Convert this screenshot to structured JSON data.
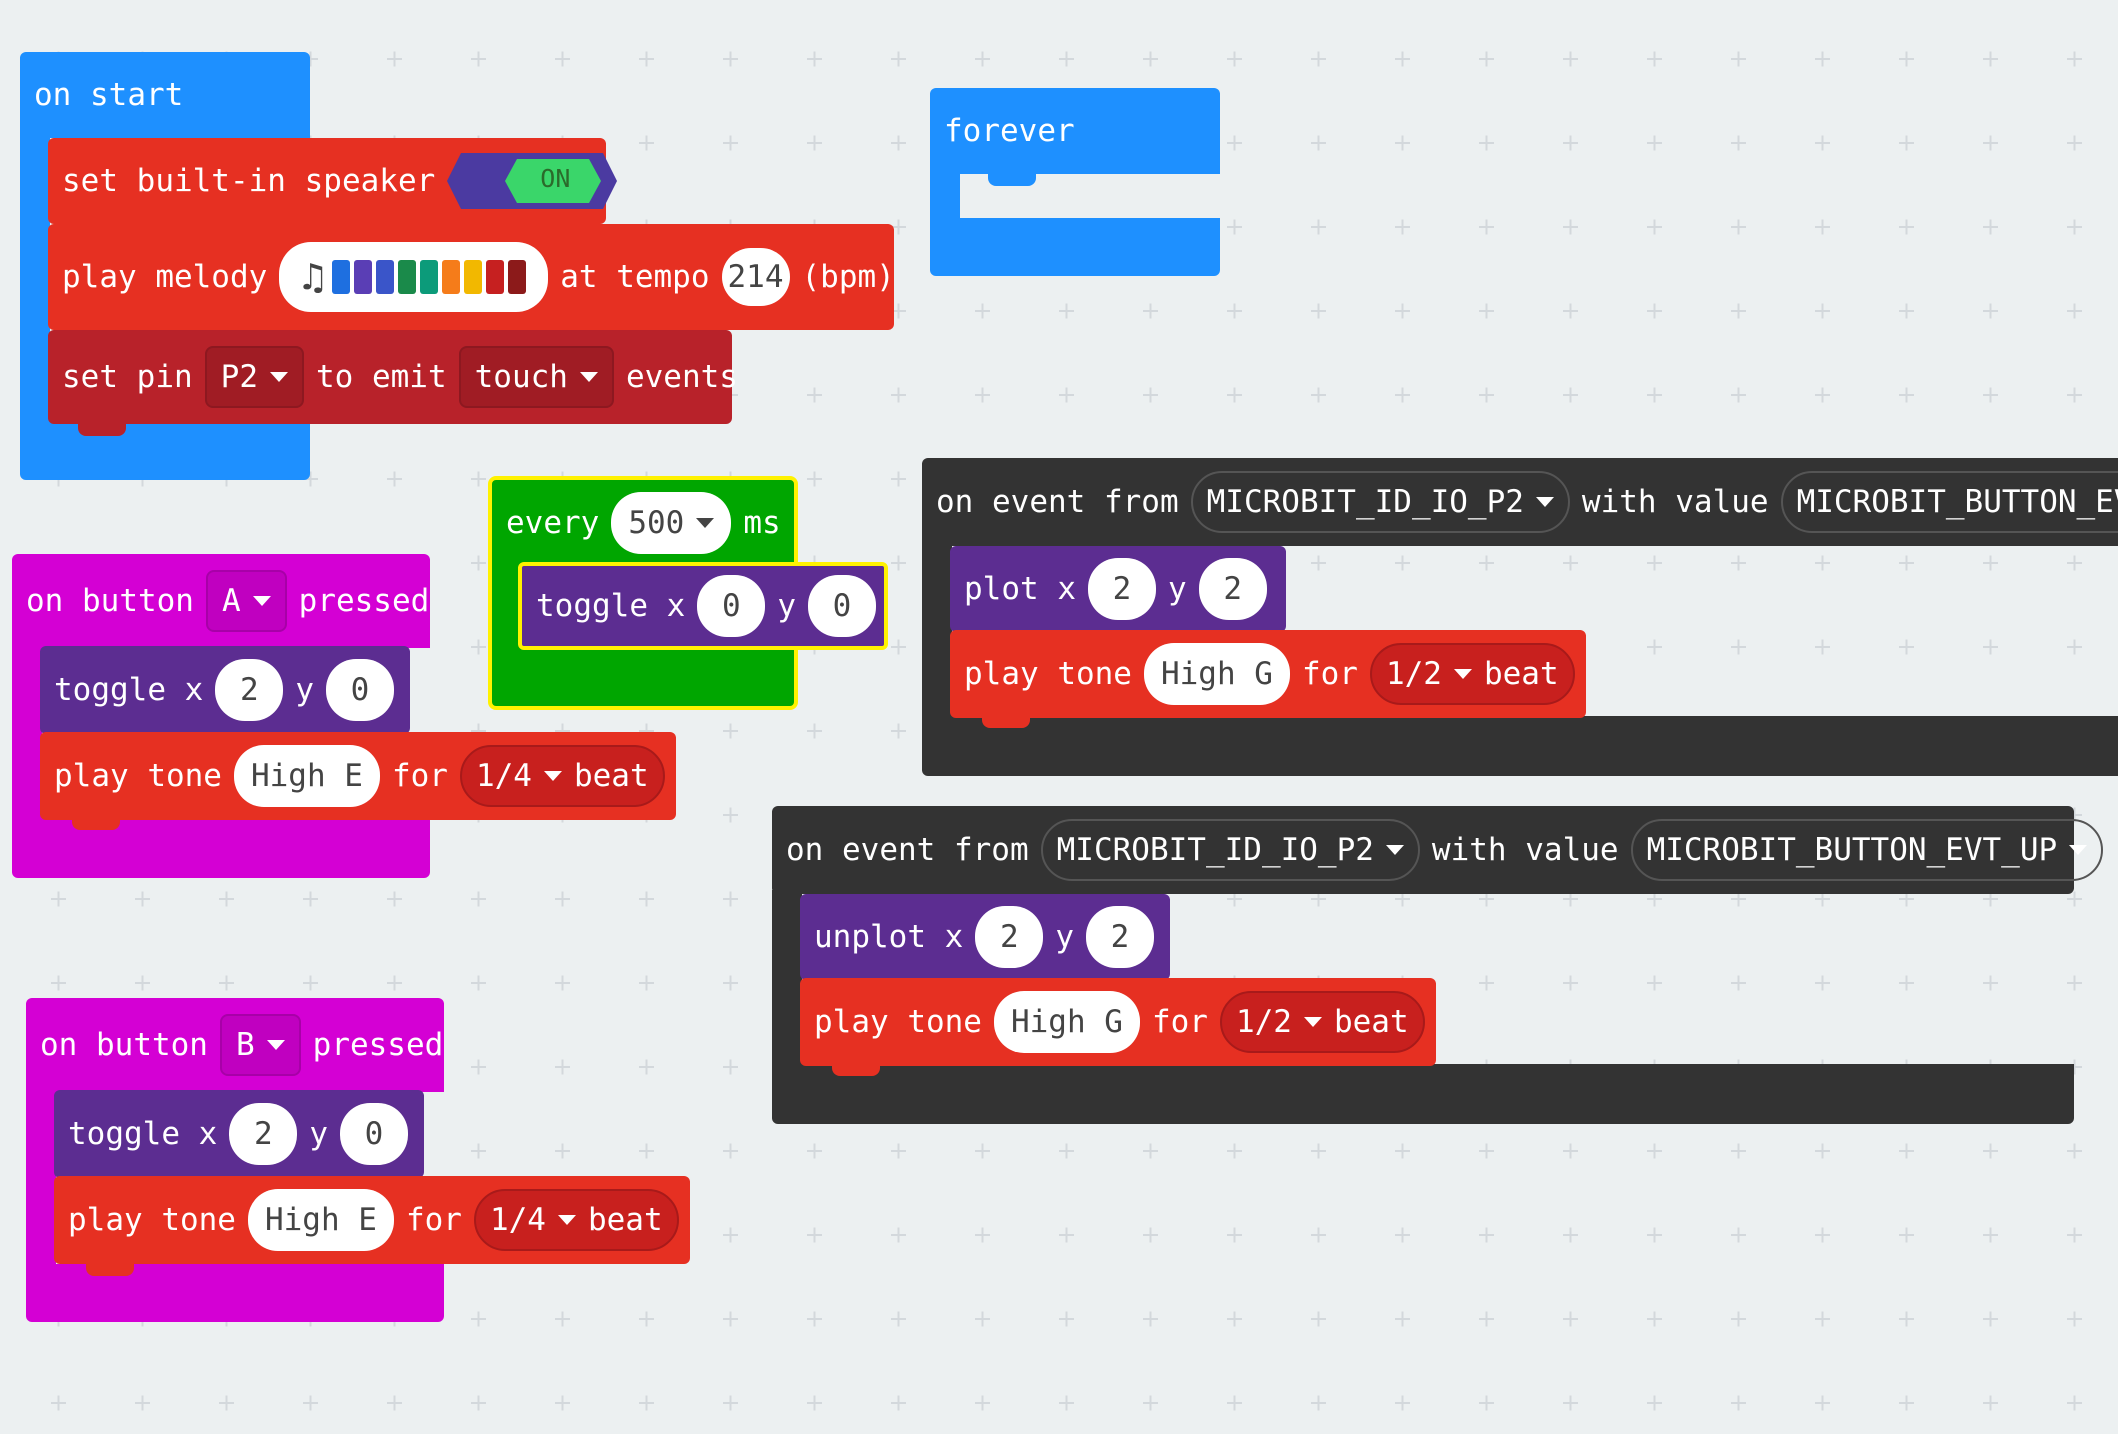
{
  "colors": {
    "basic": "#1e90ff",
    "music": "#e63022",
    "music_dark": "#b8222a",
    "led": "#5c2d91",
    "loops": "#00a600",
    "input": "#d400d4",
    "control": "#333333",
    "selection": "#fff200"
  },
  "on_start": {
    "label": "on start",
    "speaker": {
      "text": "set built-in speaker",
      "toggle": "ON"
    },
    "melody": {
      "text": "play melody",
      "at": "at tempo",
      "tempo": "214",
      "unit": "(bpm)",
      "icon": "music-note-icon"
    },
    "pin": {
      "text": "set pin",
      "pin": "P2",
      "to": "to emit",
      "kind": "touch",
      "events": "events"
    }
  },
  "forever": {
    "label": "forever"
  },
  "every": {
    "label": "every",
    "interval": "500",
    "unit": "ms",
    "toggle": {
      "text": "toggle x",
      "x": "0",
      "ylabel": "y",
      "y": "0"
    }
  },
  "button_a": {
    "label": "on button",
    "button": "A",
    "pressed": "pressed",
    "toggle": {
      "text": "toggle x",
      "x": "2",
      "ylabel": "y",
      "y": "0"
    },
    "tone": {
      "text": "play tone",
      "note": "High E",
      "for": "for",
      "beat": "1/4",
      "beat_label": "beat"
    }
  },
  "button_b": {
    "label": "on button",
    "button": "B",
    "pressed": "pressed",
    "toggle": {
      "text": "toggle x",
      "x": "2",
      "ylabel": "y",
      "y": "0"
    },
    "tone": {
      "text": "play tone",
      "note": "High E",
      "for": "for",
      "beat": "1/4",
      "beat_label": "beat"
    }
  },
  "event_down": {
    "label": "on event from",
    "source": "MICROBIT_ID_IO_P2",
    "with": "with value",
    "value": "MICROBIT_BUTTON_EVT_D",
    "plot": {
      "text": "plot x",
      "x": "2",
      "ylabel": "y",
      "y": "2"
    },
    "tone": {
      "text": "play tone",
      "note": "High G",
      "for": "for",
      "beat": "1/2",
      "beat_label": "beat"
    }
  },
  "event_up": {
    "label": "on event from",
    "source": "MICROBIT_ID_IO_P2",
    "with": "with value",
    "value": "MICROBIT_BUTTON_EVT_UP",
    "plot": {
      "text": "unplot x",
      "x": "2",
      "ylabel": "y",
      "y": "2"
    },
    "tone": {
      "text": "play tone",
      "note": "High G",
      "for": "for",
      "beat": "1/2",
      "beat_label": "beat"
    }
  }
}
